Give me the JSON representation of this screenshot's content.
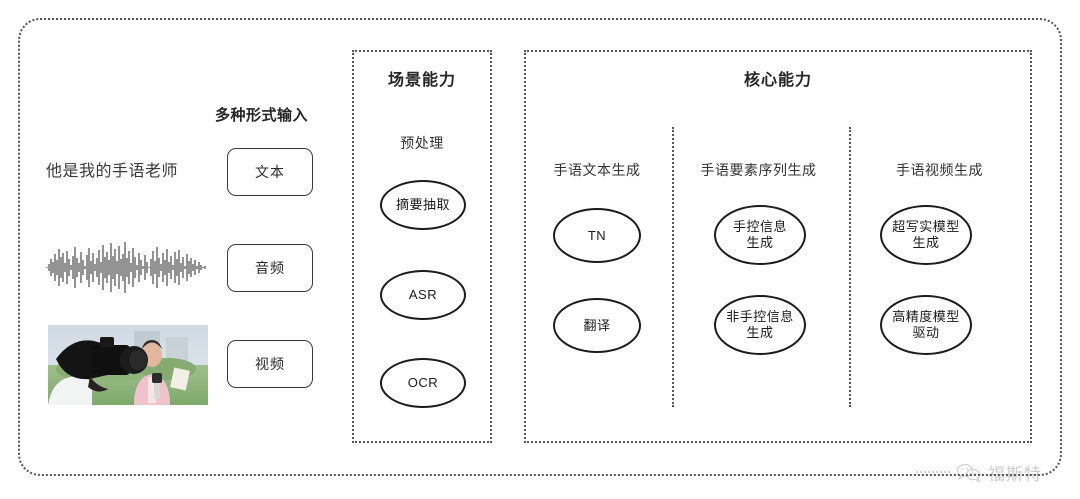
{
  "diagram": {
    "outer_frame": {
      "style": "dotted-rounded-rectangle"
    },
    "input_section": {
      "heading": "多种形式输入",
      "sample_text": "他是我的手语老师",
      "modes": [
        {
          "label": "文本",
          "icon": "text-icon"
        },
        {
          "label": "音频",
          "icon": "waveform-icon"
        },
        {
          "label": "视频",
          "icon": "video-thumbnail-icon"
        }
      ]
    },
    "scene_panel": {
      "title": "场景能力",
      "group_label": "预处理",
      "nodes": [
        "摘要抽取",
        "ASR",
        "OCR"
      ]
    },
    "core_panel": {
      "title": "核心能力",
      "columns": [
        {
          "label": "手语文本生成",
          "nodes": [
            "TN",
            "翻译"
          ]
        },
        {
          "label": "手语要素序列生成",
          "nodes": [
            "手控信息\n生成",
            "非手控信息\n生成"
          ]
        },
        {
          "label": "手语视频生成",
          "nodes": [
            "超写实模型\n生成",
            "高精度模型\n驱动"
          ]
        }
      ]
    },
    "watermark": {
      "icon": "wechat-icon",
      "text": "福斯特"
    },
    "colors": {
      "border": "#555555",
      "node_stroke": "#1c1c1c",
      "text": "#2a2a2a",
      "background": "#ffffff"
    }
  }
}
